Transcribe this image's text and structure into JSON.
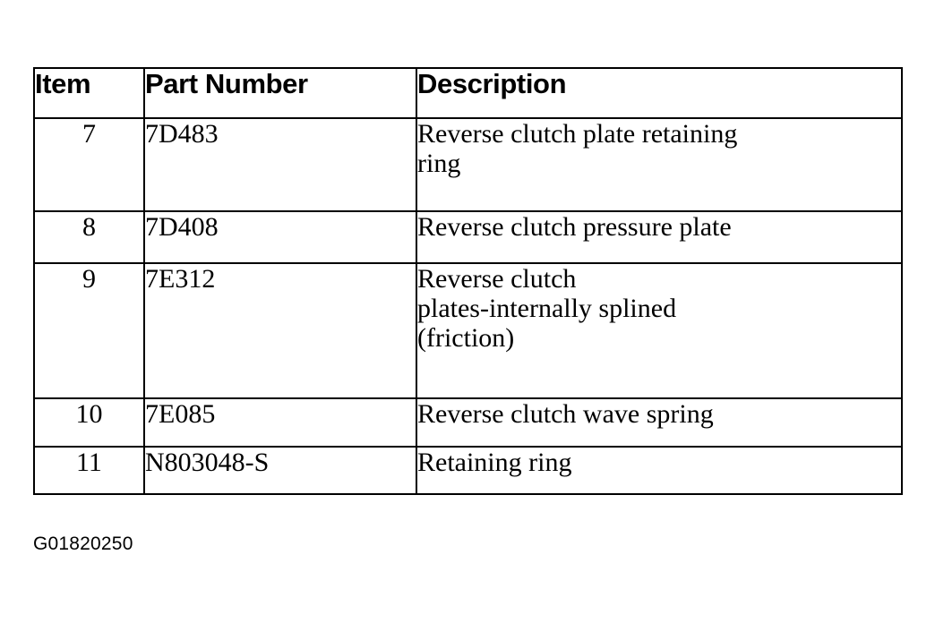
{
  "document": {
    "caption": "G01820250",
    "background_color": "#ffffff",
    "text_color": "#000000"
  },
  "table": {
    "headers": {
      "item": "Item",
      "part_number": "Part Number",
      "description": "Description"
    },
    "rows": [
      {
        "item": "7",
        "part_number": "7D483",
        "description": "Reverse clutch plate retaining ring",
        "description_lines": [
          "Reverse clutch plate retaining",
          "ring"
        ]
      },
      {
        "item": "8",
        "part_number": "7D408",
        "description": "Reverse clutch pressure plate",
        "description_lines": [
          "Reverse clutch pressure plate"
        ]
      },
      {
        "item": "9",
        "part_number": "7E312",
        "description": "Reverse clutch plates-internally splined (friction)",
        "description_lines": [
          "Reverse clutch",
          "plates-internally splined",
          "(friction)"
        ]
      },
      {
        "item": "10",
        "part_number": "7E085",
        "description": "Reverse clutch wave spring",
        "description_lines": [
          "Reverse clutch wave spring"
        ]
      },
      {
        "item": "11",
        "part_number": "N803048-S",
        "description": "Retaining ring",
        "description_lines": [
          "Retaining ring"
        ]
      }
    ]
  }
}
